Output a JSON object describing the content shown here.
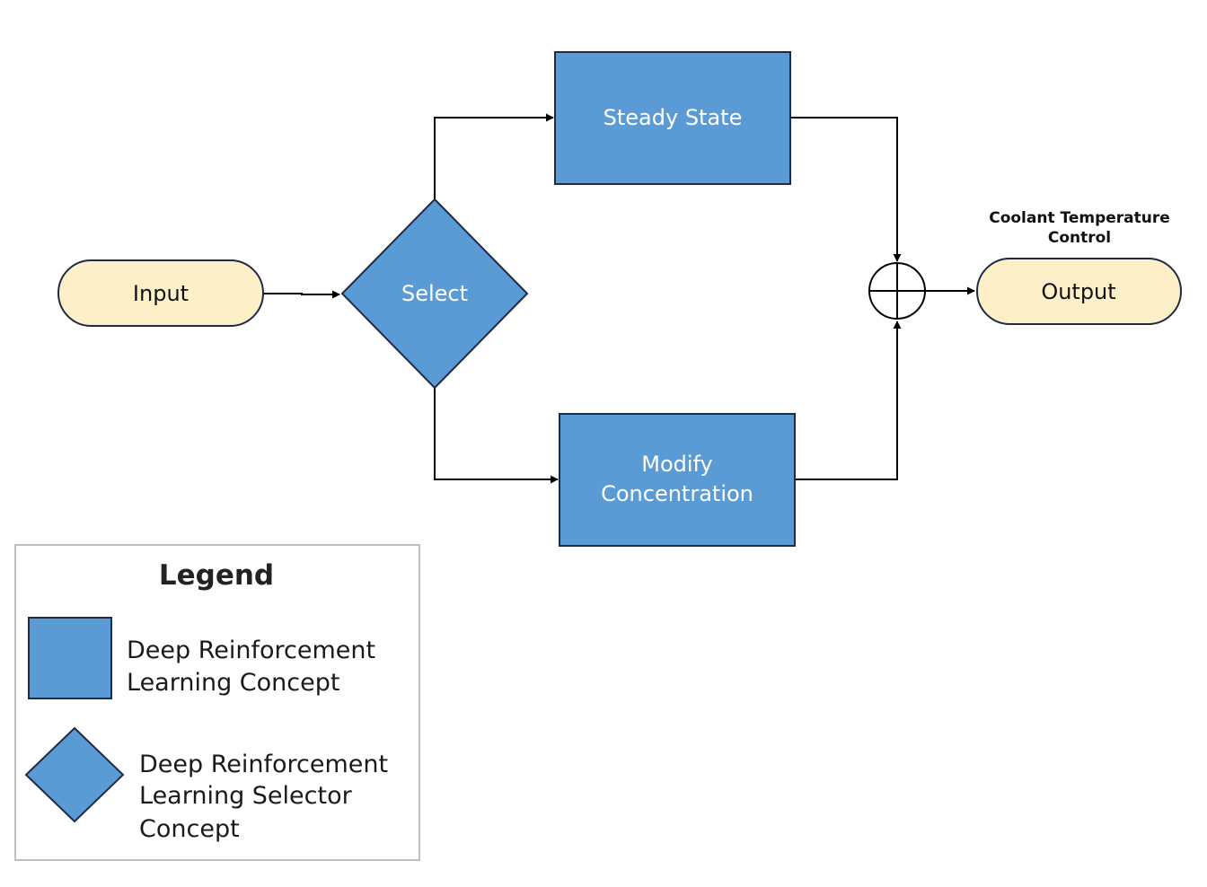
{
  "colors": {
    "concept_fill": "#5b9bd5",
    "terminal_fill": "#fdf0c8",
    "stroke": "#1f2a44"
  },
  "nodes": {
    "input": "Input",
    "select": "Select",
    "steady_state": "Steady State",
    "modify": [
      "Modify",
      "Concentration"
    ],
    "output": "Output"
  },
  "annotation": {
    "output_lines": [
      "Coolant Temperature",
      "Control"
    ]
  },
  "legend": {
    "title": "Legend",
    "items": [
      {
        "shape": "rectangle",
        "lines": [
          "Deep Reinforcement",
          "Learning Concept"
        ]
      },
      {
        "shape": "diamond",
        "lines": [
          "Deep Reinforcement",
          "Learning Selector",
          "Concept"
        ]
      }
    ]
  }
}
